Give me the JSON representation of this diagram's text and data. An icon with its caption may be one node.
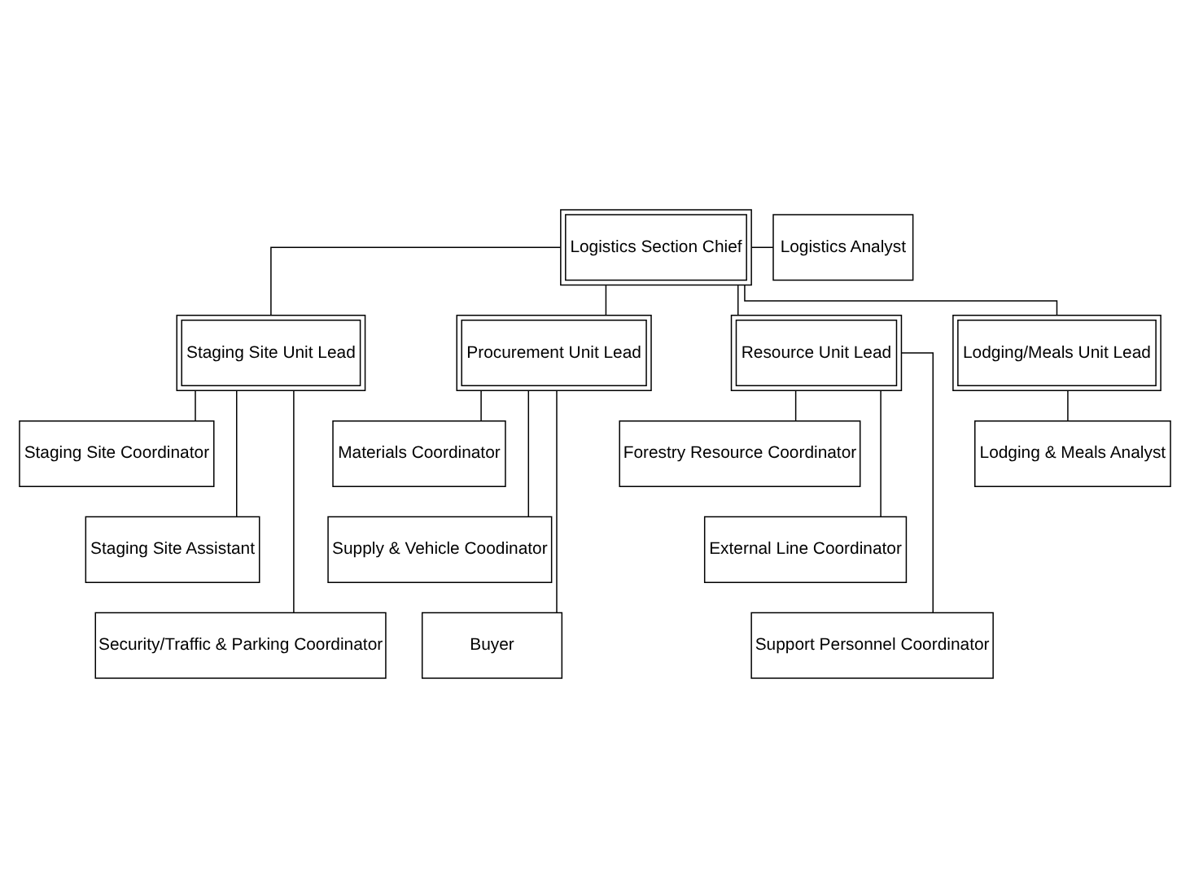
{
  "diagram": {
    "nodes": [
      {
        "text": [
          "Logistics Section Chief"
        ]
      },
      {
        "text": [
          "Logistics Analyst"
        ]
      },
      {
        "text": [
          "Staging Site Unit Lead"
        ]
      },
      {
        "text": [
          "Procurement Unit Lead"
        ]
      },
      {
        "text": [
          "Resource Unit Lead"
        ]
      },
      {
        "text": [
          "Lodging/Meals Unit Lead"
        ]
      },
      {
        "text": [
          "Staging Site Coordinator"
        ]
      },
      {
        "text": [
          "Staging Site Assistant"
        ]
      },
      {
        "text": [
          "Security/Traffic & Parking Coordinator"
        ]
      },
      {
        "text": [
          "Materials Coordinator"
        ]
      },
      {
        "text": [
          "Supply & Vehicle Coodinator"
        ]
      },
      {
        "text": [
          "Buyer"
        ]
      },
      {
        "text": [
          "Forestry Resource Coordinator"
        ]
      },
      {
        "text": [
          "External Line Coordinator"
        ]
      },
      {
        "text": [
          "Support Personnel Coordinator"
        ]
      },
      {
        "text": [
          "Lodging & Meals Analyst"
        ]
      }
    ],
    "edges": [
      {
        "from": 0,
        "to": 1,
        "arrow": "none"
      },
      {
        "from": 0,
        "to": 2,
        "arrow": "none"
      },
      {
        "from": 0,
        "to": 3,
        "arrow": "none"
      },
      {
        "from": 0,
        "to": 4,
        "arrow": "none"
      },
      {
        "from": 0,
        "to": 5,
        "arrow": "none"
      },
      {
        "from": 2,
        "to": 6,
        "arrow": "none"
      },
      {
        "from": 2,
        "to": 7,
        "arrow": "none"
      },
      {
        "from": 2,
        "to": 8,
        "arrow": "none"
      },
      {
        "from": 3,
        "to": 9,
        "arrow": "none"
      },
      {
        "from": 3,
        "to": 10,
        "arrow": "none"
      },
      {
        "from": 3,
        "to": 11,
        "arrow": "none"
      },
      {
        "from": 4,
        "to": 12,
        "arrow": "none"
      },
      {
        "from": 4,
        "to": 13,
        "arrow": "none"
      },
      {
        "from": 4,
        "to": 14,
        "arrow": "none"
      },
      {
        "from": 5,
        "to": 15,
        "arrow": "none"
      }
    ]
  }
}
